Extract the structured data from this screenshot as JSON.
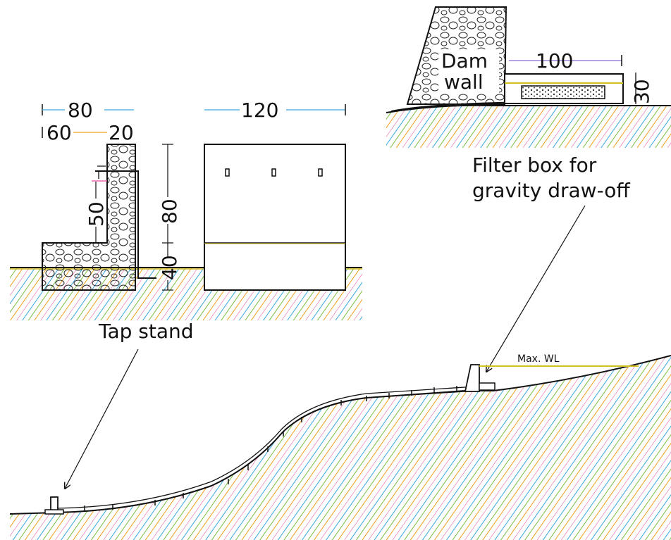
{
  "tap_stand": {
    "label": "Tap stand",
    "dim_width_total": "80",
    "dim_width_base": "60",
    "dim_width_column": "20",
    "dim_column_height": "50",
    "dim_total_height": "80",
    "dim_foundation": "40",
    "dim_front_width": "120"
  },
  "dam_detail": {
    "label_line1": "Dam",
    "label_line2": "wall",
    "dim_length": "100",
    "dim_height": "30"
  },
  "filter_box": {
    "label_line1": "Filter box for",
    "label_line2": "gravity draw-off"
  },
  "reservoir": {
    "water_level_label": "Max. WL"
  },
  "colors": {
    "ink": "#111111",
    "hatch": [
      "#e84a9b",
      "#3aa8e0",
      "#f0c020",
      "#7ac043",
      "#8a6cd8",
      "#f08a30"
    ],
    "water_line": "#d4c020"
  },
  "icons": {
    "arrow": "arrow-icon"
  }
}
